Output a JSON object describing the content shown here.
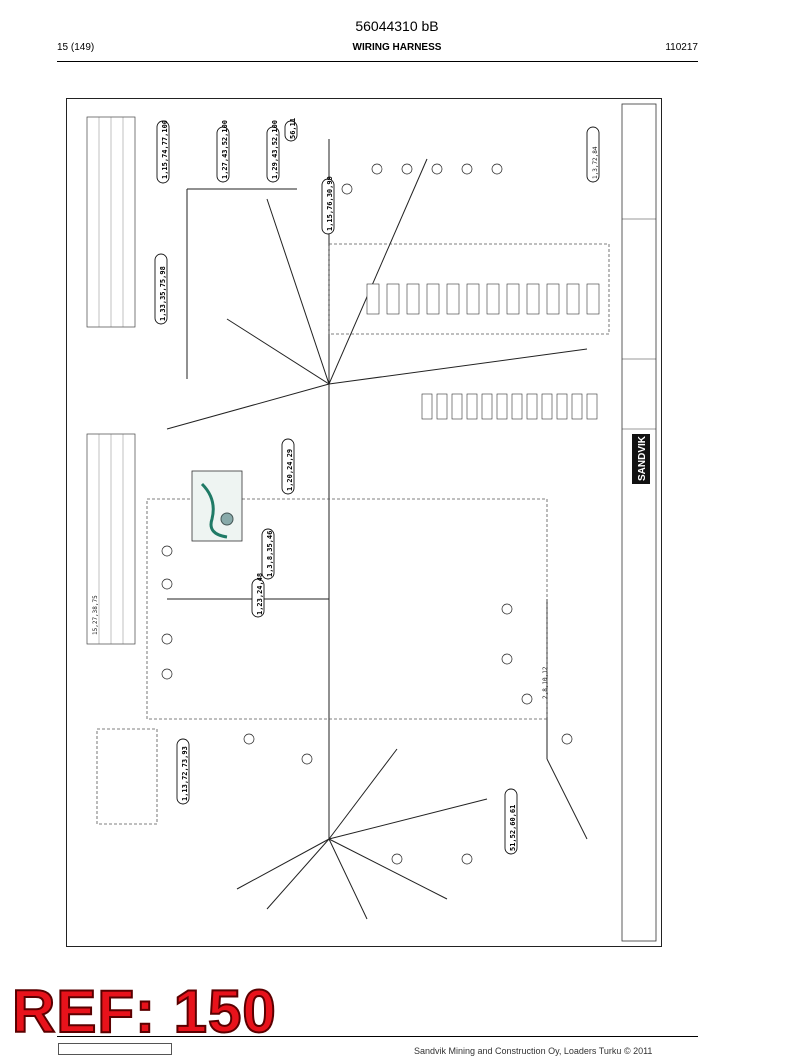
{
  "document": {
    "number": "56044310 bB",
    "page": "15 (149)",
    "section_title": "WIRING HARNESS",
    "date_code": "110217"
  },
  "drawing": {
    "brand": "SANDVIK",
    "connectors_top": [
      "1,15,74,77,100",
      "1,27,43,52,100",
      "1,29,43,52,100",
      "56,11",
      "1,15,76,30,99"
    ],
    "connectors_mid": [
      "1,33,35,75,98",
      "1,20,24,29",
      "1,3,8,35,46",
      "1,23,24,48"
    ],
    "connectors_bottom": [
      "15,27,38,75",
      "1,13,72,73,93",
      "1,3,72,84",
      "2,8,10,12",
      "51,52,60,61"
    ]
  },
  "ref_stamp": "REF: 150",
  "footer": {
    "copyright": "Sandvik Mining and Construction Oy, Loaders Turku © 2011"
  }
}
